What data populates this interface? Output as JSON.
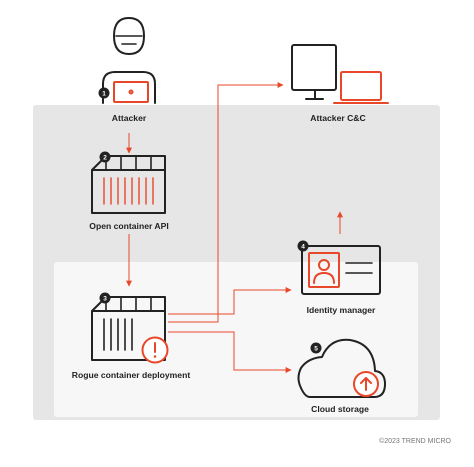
{
  "colors": {
    "accent": "#e8472a",
    "ink": "#222222",
    "outer_panel": "#e6e6e6",
    "inner_panel": "#f7f7f7",
    "footer_text": "#777777"
  },
  "nodes": {
    "attacker": {
      "label": "Attacker",
      "step": "1",
      "icon": "attacker-with-laptop-icon"
    },
    "open_api": {
      "label": "Open container API",
      "step": "2",
      "icon": "container-icon"
    },
    "rogue": {
      "label": "Rogue container deployment",
      "step": "3",
      "icon": "container-with-alert-icon"
    },
    "identity": {
      "label": "Identity manager",
      "step": "4",
      "icon": "id-card-icon"
    },
    "cloud": {
      "label": "Cloud storage",
      "step": "5",
      "icon": "cloud-upload-icon"
    },
    "cnc": {
      "label": "Attacker C&C",
      "icon": "monitor-and-laptop-icon"
    }
  },
  "footer": {
    "copyright": "©2023 TREND MICRO"
  }
}
